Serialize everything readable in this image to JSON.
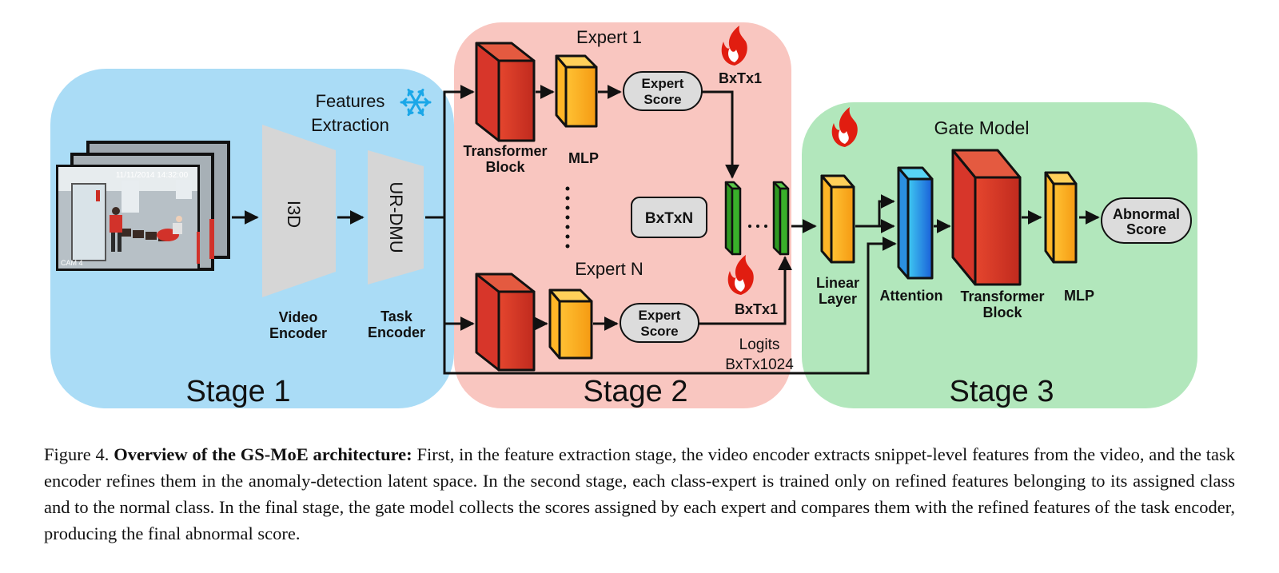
{
  "stages": [
    {
      "label": "Stage 1",
      "color": "#aadcf6"
    },
    {
      "label": "Stage 2",
      "color": "#f9c6c0"
    },
    {
      "label": "Stage 3",
      "color": "#b2e7bc"
    }
  ],
  "video": {
    "timestamp": "11/11/2014 14:32:00",
    "cam_label": "CAM 4"
  },
  "features_extraction": {
    "line1": "Features",
    "line2": "Extraction",
    "frozen_icon": "snowflake-icon"
  },
  "encoders": {
    "video": {
      "block": "I3D",
      "line1": "Video",
      "line2": "Encoder"
    },
    "task": {
      "block": "UR-DMU",
      "line1": "Task",
      "line2": "Encoder"
    }
  },
  "experts": {
    "top_title": "Expert 1",
    "bottom_title": "Expert N",
    "transformer_line1": "Transformer",
    "transformer_line2": "Block",
    "mlp": "MLP",
    "score_line1": "Expert",
    "score_line2": "Score",
    "top_dim": "BxTx1",
    "bottom_dim": "BxTx1",
    "concat_dim": "BxTxN",
    "logits_line1": "Logits",
    "logits_line2": "BxTx1024",
    "trainable_icon": "flame-icon"
  },
  "gate": {
    "title": "Gate Model",
    "linear_line1": "Linear",
    "linear_line2": "Layer",
    "attention": "Attention",
    "transformer_line1": "Transformer",
    "transformer_line2": "Block",
    "mlp": "MLP",
    "output_line1": "Abnormal",
    "output_line2": "Score"
  },
  "caption": {
    "label": "Figure 4.",
    "title": "Overview of the GS-MoE architecture:",
    "text": "First, in the feature extraction stage, the video encoder extracts snippet-level features from the video, and the task encoder refines them in the anomaly-detection latent space. In the second stage, each class-expert is trained only on refined features belonging to its assigned class and to the normal class. In the final stage, the gate model collects the scores assigned by each expert and compares them with the refined features of the task encoder, producing the final abnormal score."
  }
}
